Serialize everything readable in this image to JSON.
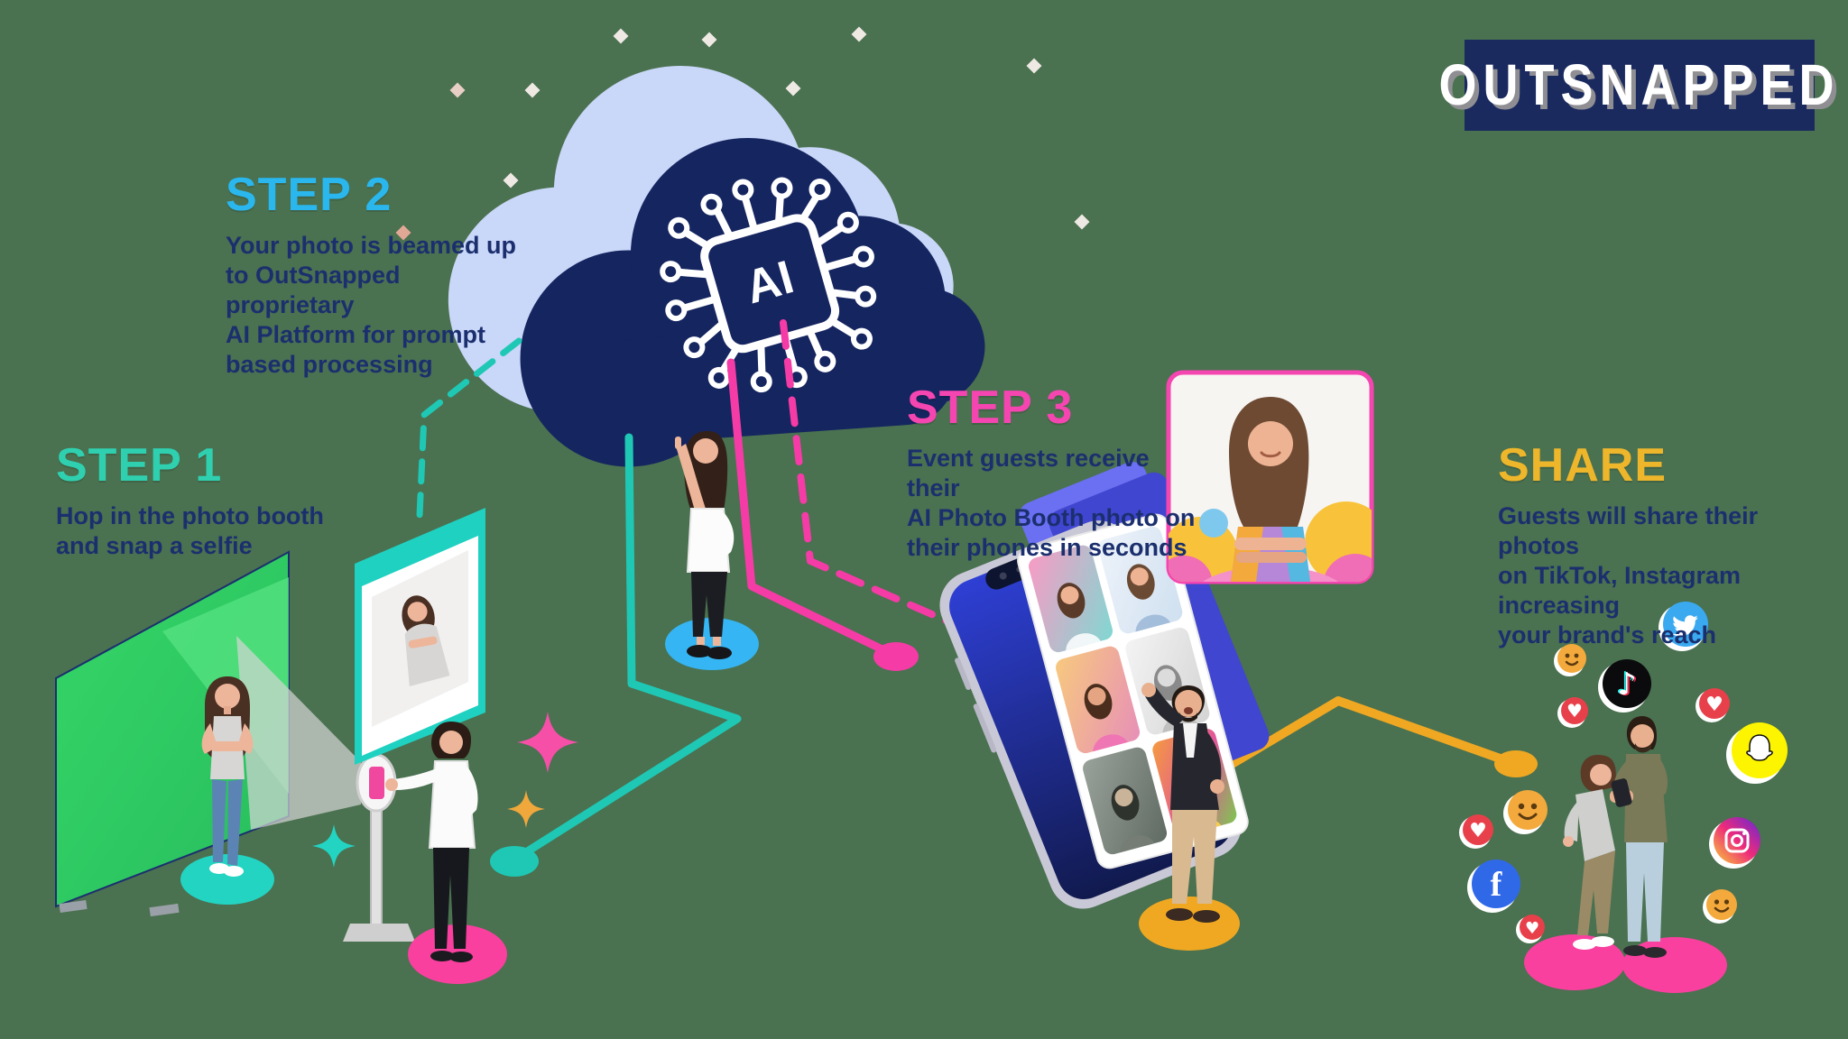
{
  "page": {
    "background_color": "#4a7150"
  },
  "logo": {
    "text": "OUTSNAPPED",
    "bg_color": "#1a2a5e",
    "text_color": "#ffffff"
  },
  "cloud": {
    "ai_label": "AI",
    "back_color": "#c9d7f8",
    "front_color": "#152560"
  },
  "steps": {
    "step1": {
      "title": "STEP 1",
      "accent": "#2fd0b0",
      "description": "Hop in the photo booth\nand snap a selfie"
    },
    "step2": {
      "title": "STEP 2",
      "accent": "#29b7ee",
      "description": "Your photo is beamed up\nto OutSnapped proprietary\nAI Platform for prompt\nbased processing"
    },
    "step3": {
      "title": "STEP 3",
      "accent": "#f545b0",
      "description": "Event guests receive their\nAI Photo Booth photo on\ntheir phones in seconds"
    },
    "share": {
      "title": "SHARE",
      "accent": "#eeb62b",
      "description": "Guests will share their photos\non TikTok, Instagram increasing\nyour brand's reach"
    }
  },
  "icons": {
    "tiktok_glyph": "♪",
    "facebook_glyph": "f",
    "heart_glyph": "♥",
    "social": [
      "twitter",
      "tiktok",
      "snapchat",
      "instagram",
      "facebook",
      "heart",
      "smiley"
    ]
  },
  "accents": {
    "flow_teal": "#1fc8b4",
    "flow_pink": "#f53ba5",
    "flow_gold": "#f0a822",
    "floor_teal": "#23d4c2",
    "floor_pink": "#f9409f",
    "floor_blue": "#35b5f3",
    "floor_gold": "#f0a822",
    "green_screen": "#2fc95f"
  }
}
